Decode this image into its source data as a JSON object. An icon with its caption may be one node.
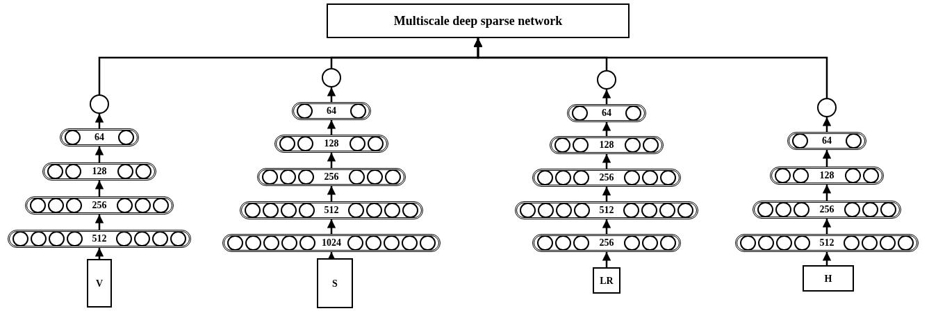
{
  "diagram": {
    "nodes": [
      {
        "text": [
          "Multiscale deep sparse network"
        ]
      },
      {
        "text": [],
        "shape": "circle"
      },
      {
        "text": [
          "64"
        ]
      },
      {
        "text": [
          "128"
        ]
      },
      {
        "text": [
          "256"
        ]
      },
      {
        "text": [
          "512"
        ]
      },
      {
        "text": [
          "V"
        ]
      },
      {
        "text": [],
        "shape": "circle"
      },
      {
        "text": [
          "64"
        ]
      },
      {
        "text": [
          "128"
        ]
      },
      {
        "text": [
          "256"
        ]
      },
      {
        "text": [
          "512"
        ]
      },
      {
        "text": [
          "1024"
        ]
      },
      {
        "text": [
          "S"
        ]
      },
      {
        "text": [],
        "shape": "circle"
      },
      {
        "text": [
          "64"
        ]
      },
      {
        "text": [
          "128"
        ]
      },
      {
        "text": [
          "256"
        ]
      },
      {
        "text": [
          "512"
        ]
      },
      {
        "text": [
          "256"
        ]
      },
      {
        "text": [
          "LR"
        ]
      },
      {
        "text": [],
        "shape": "circle"
      },
      {
        "text": [
          "64"
        ]
      },
      {
        "text": [
          "128"
        ]
      },
      {
        "text": [
          "256"
        ]
      },
      {
        "text": [
          "512"
        ]
      },
      {
        "text": [
          "H"
        ]
      }
    ],
    "edges": [
      {
        "from": 6,
        "to": 5,
        "arrow": "to"
      },
      {
        "from": 5,
        "to": 4,
        "arrow": "to"
      },
      {
        "from": 4,
        "to": 3,
        "arrow": "to"
      },
      {
        "from": 3,
        "to": 2,
        "arrow": "to"
      },
      {
        "from": 2,
        "to": 1,
        "arrow": "to"
      },
      {
        "from": 1,
        "to": 0,
        "arrow": "to"
      },
      {
        "from": 13,
        "to": 12,
        "arrow": "to"
      },
      {
        "from": 12,
        "to": 11,
        "arrow": "to"
      },
      {
        "from": 11,
        "to": 10,
        "arrow": "to"
      },
      {
        "from": 10,
        "to": 9,
        "arrow": "to"
      },
      {
        "from": 9,
        "to": 8,
        "arrow": "to"
      },
      {
        "from": 8,
        "to": 7,
        "arrow": "to"
      },
      {
        "from": 7,
        "to": 0,
        "arrow": "to"
      },
      {
        "from": 20,
        "to": 19,
        "arrow": "to"
      },
      {
        "from": 19,
        "to": 18,
        "arrow": "to"
      },
      {
        "from": 18,
        "to": 17,
        "arrow": "to"
      },
      {
        "from": 17,
        "to": 16,
        "arrow": "to"
      },
      {
        "from": 16,
        "to": 15,
        "arrow": "to"
      },
      {
        "from": 15,
        "to": 14,
        "arrow": "to"
      },
      {
        "from": 14,
        "to": 0,
        "arrow": "to"
      },
      {
        "from": 26,
        "to": 25,
        "arrow": "to"
      },
      {
        "from": 25,
        "to": 24,
        "arrow": "to"
      },
      {
        "from": 24,
        "to": 23,
        "arrow": "to"
      },
      {
        "from": 23,
        "to": 22,
        "arrow": "to"
      },
      {
        "from": 22,
        "to": 21,
        "arrow": "to"
      },
      {
        "from": 21,
        "to": 0,
        "arrow": "to"
      }
    ]
  }
}
